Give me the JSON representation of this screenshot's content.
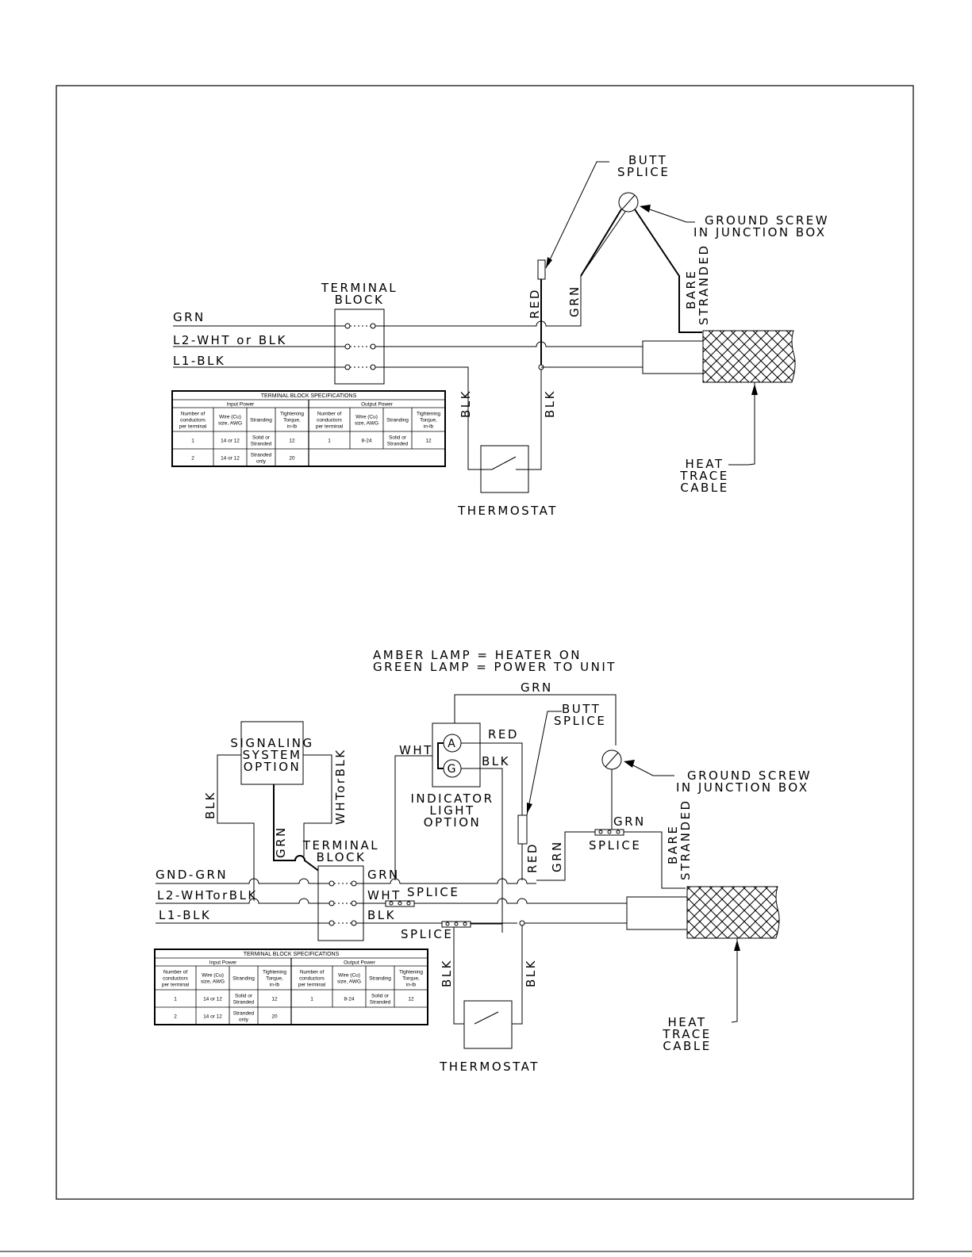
{
  "diagram1": {
    "labels": {
      "butt_splice": [
        "BUTT",
        "SPLICE"
      ],
      "ground_screw": [
        "GROUND SCREW",
        "IN JUNCTION BOX"
      ],
      "terminal_block": [
        "TERMINAL",
        "BLOCK"
      ],
      "grn": "GRN",
      "l2": "L2-WHT or BLK",
      "l1": "L1-BLK",
      "red": "RED",
      "grn_vertical": "GRN",
      "bare_stranded": [
        "BARE",
        "STRANDED"
      ],
      "blk_left": "BLK",
      "blk_right": "BLK",
      "thermostat": "THERMOSTAT",
      "heat_trace": [
        "HEAT",
        "TRACE",
        "CABLE"
      ]
    }
  },
  "diagram2": {
    "labels": {
      "legend": [
        "AMBER LAMP = HEATER ON",
        "GREEN LAMP = POWER TO UNIT"
      ],
      "grn_top": "GRN",
      "butt_splice": [
        "BUTT",
        "SPLICE"
      ],
      "red_top": "RED",
      "wht": "WHT",
      "blk_lamp": "BLK",
      "lamp_a": "A",
      "lamp_g": "G",
      "indicator": [
        "INDICATOR",
        "LIGHT",
        "OPTION"
      ],
      "signaling": [
        "SIGNALING",
        "SYSTEM",
        "OPTION"
      ],
      "ground_screw": [
        "GROUND SCREW",
        "IN JUNCTION BOX"
      ],
      "blk_vertical": "BLK",
      "wht_or_blk_vertical": "WHTorBLK",
      "grn_vertical": "GRN",
      "grn_splice": "GRN",
      "splice_right": "SPLICE",
      "bare_stranded": [
        "BARE",
        "STRANDED"
      ],
      "red_vertical": "RED",
      "grn_vertical2": "GRN",
      "terminal_block": [
        "TERMINAL",
        "BLOCK"
      ],
      "gnd_grn": "GND-GRN",
      "l2": "L2-WHTorBLK",
      "l1": "L1-BLK",
      "tb_grn": "GRN",
      "tb_wht": "WHT",
      "tb_blk": "BLK",
      "splice_mid": "SPLICE",
      "splice_low": "SPLICE",
      "blk_left": "BLK",
      "blk_right": "BLK",
      "thermostat": "THERMOSTAT",
      "heat_trace": [
        "HEAT",
        "TRACE",
        "CABLE"
      ]
    }
  },
  "spec_table": {
    "title": "TERMINAL BLOCK SPECIFICATIONS",
    "input_header": "Input Power",
    "output_header": "Output Power",
    "columns": [
      [
        "Number of",
        "conductors",
        "per terminal"
      ],
      [
        "Wire (Cu)",
        "size, AWG"
      ],
      [
        "Stranding"
      ],
      [
        "Tightening",
        "Torque,",
        "in-lb"
      ],
      [
        "Number of",
        "conductors",
        "per terminal"
      ],
      [
        "Wire (Cu)",
        "size, AWG"
      ],
      [
        "Stranding"
      ],
      [
        "Tightening",
        "Torque,",
        "in-lb"
      ]
    ],
    "input_rows": [
      [
        [
          "1"
        ],
        [
          "14 or 12"
        ],
        [
          "Solid or",
          "Stranded"
        ],
        [
          "12"
        ]
      ],
      [
        [
          "2"
        ],
        [
          "14 or 12"
        ],
        [
          "Stranded",
          "only"
        ],
        [
          "20"
        ]
      ]
    ],
    "output_rows": [
      [
        [
          "1"
        ],
        [
          "8-24"
        ],
        [
          "Solid or",
          "Stranded"
        ],
        [
          "12"
        ]
      ]
    ]
  }
}
